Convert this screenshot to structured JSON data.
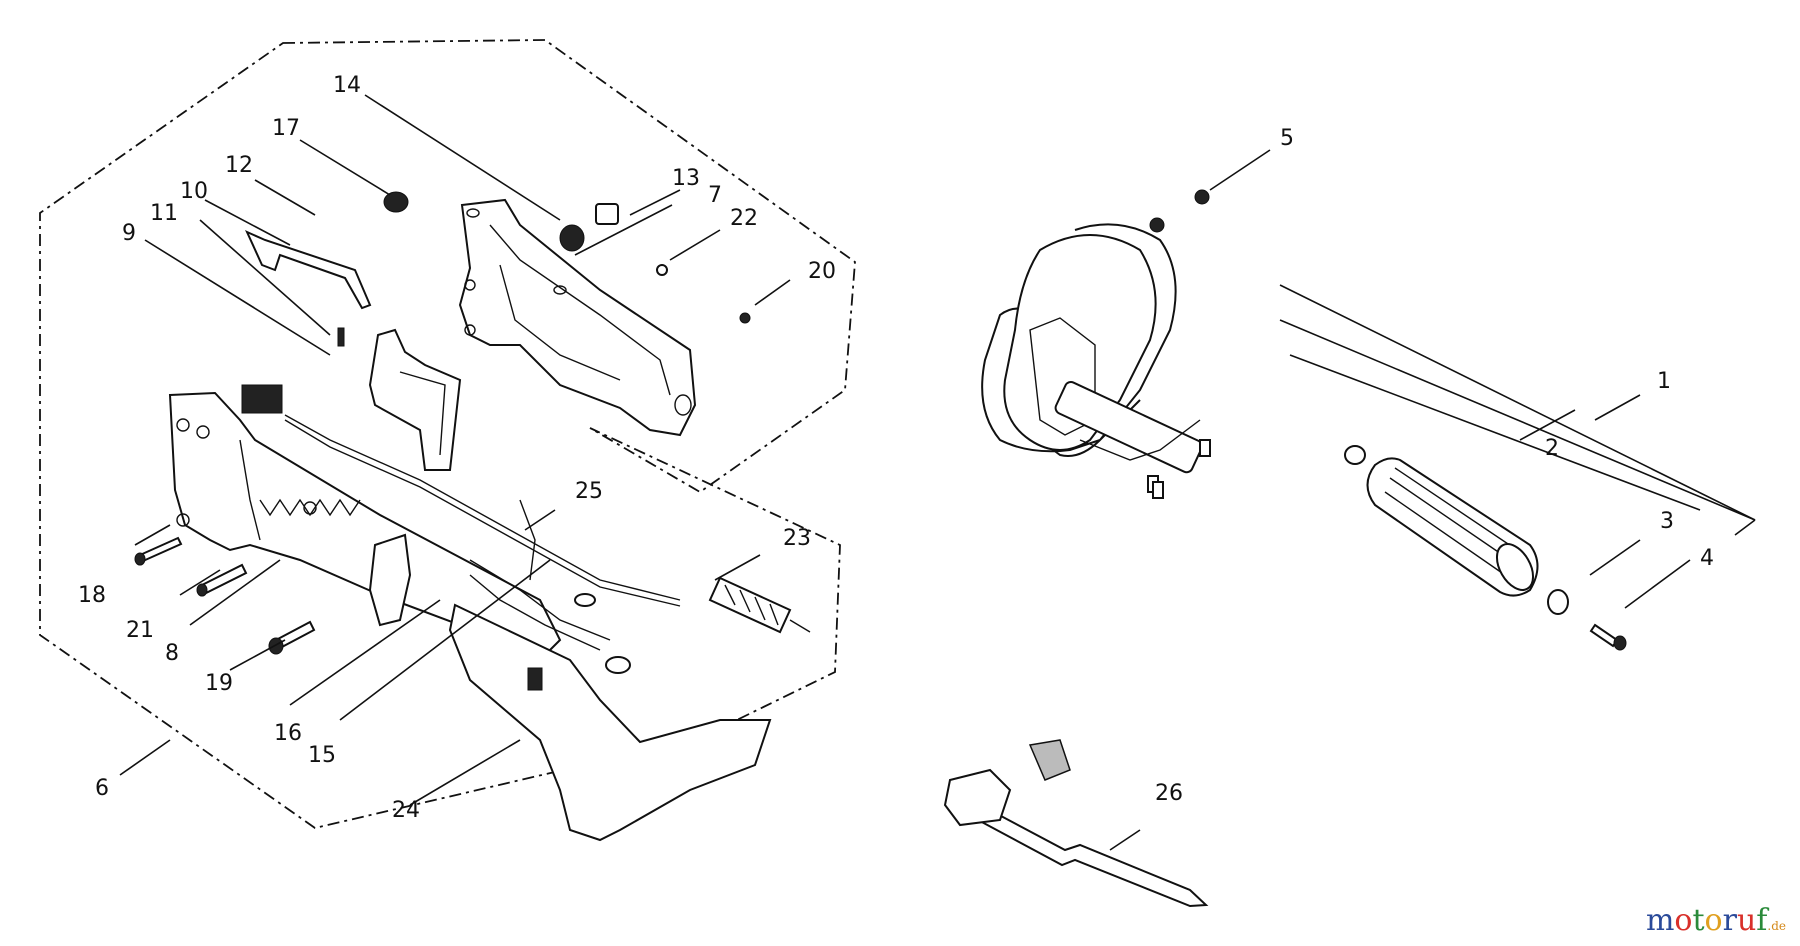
{
  "callouts": [
    {
      "id": "c1",
      "text": "1"
    },
    {
      "id": "c2",
      "text": "2"
    },
    {
      "id": "c3",
      "text": "3"
    },
    {
      "id": "c4",
      "text": "4"
    },
    {
      "id": "c5",
      "text": "5"
    },
    {
      "id": "c6",
      "text": "6"
    },
    {
      "id": "c7",
      "text": "7"
    },
    {
      "id": "c8",
      "text": "8"
    },
    {
      "id": "c9",
      "text": "9"
    },
    {
      "id": "c10",
      "text": "10"
    },
    {
      "id": "c11",
      "text": "11"
    },
    {
      "id": "c12",
      "text": "12"
    },
    {
      "id": "c13",
      "text": "13"
    },
    {
      "id": "c14",
      "text": "14"
    },
    {
      "id": "c15",
      "text": "15"
    },
    {
      "id": "c16",
      "text": "16"
    },
    {
      "id": "c17",
      "text": "17"
    },
    {
      "id": "c18",
      "text": "18"
    },
    {
      "id": "c19",
      "text": "19"
    },
    {
      "id": "c20",
      "text": "20"
    },
    {
      "id": "c21",
      "text": "21"
    },
    {
      "id": "c22",
      "text": "22"
    },
    {
      "id": "c23",
      "text": "23"
    },
    {
      "id": "c24",
      "text": "24"
    },
    {
      "id": "c25",
      "text": "25"
    },
    {
      "id": "c26",
      "text": "26"
    }
  ],
  "watermark": {
    "letters": [
      {
        "ch": "m",
        "color": "#2a4a9a"
      },
      {
        "ch": "o",
        "color": "#d9302a"
      },
      {
        "ch": "t",
        "color": "#2a8a3a"
      },
      {
        "ch": "o",
        "color": "#e0a020"
      },
      {
        "ch": "r",
        "color": "#2a4a9a"
      },
      {
        "ch": "u",
        "color": "#d9302a"
      },
      {
        "ch": "f",
        "color": "#2a8a3a"
      }
    ],
    "suffix": ".de"
  }
}
